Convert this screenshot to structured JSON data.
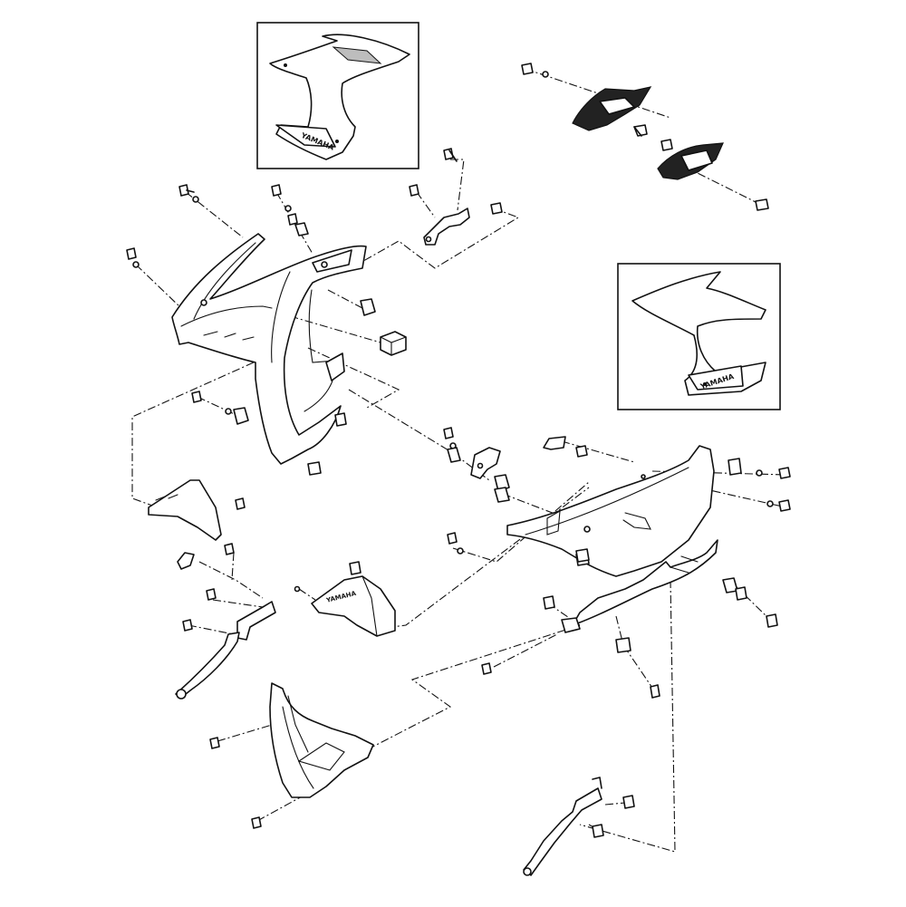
{
  "diagram": {
    "inset_logo_upper": "YAMAHA",
    "inset_logo_right": "YAMAHA",
    "logo_left_fairing": "YAMAHA",
    "logo_duct_lower": "YAMAHA"
  },
  "colors": {
    "line": "#111111",
    "background": "#ffffff",
    "tint": "#bdbdbd"
  }
}
